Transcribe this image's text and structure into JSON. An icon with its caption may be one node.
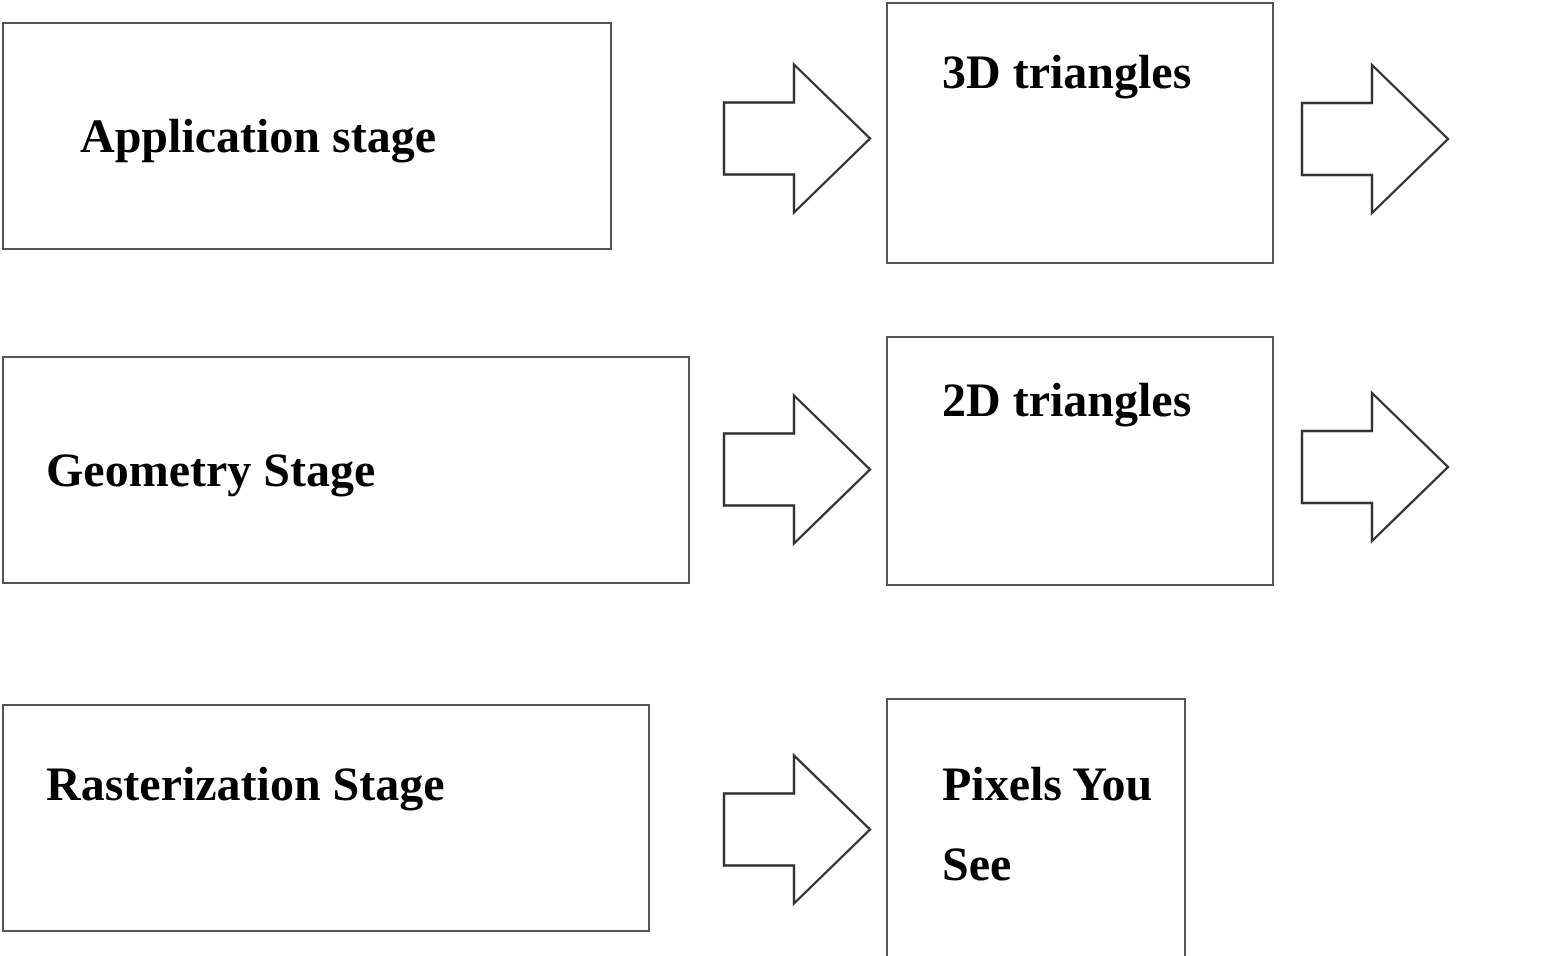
{
  "diagram": {
    "nodes": [
      {
        "text": [
          "Application stage"
        ]
      },
      {
        "text": [
          "3D triangles"
        ]
      },
      {
        "text": [
          "Geometry Stage"
        ]
      },
      {
        "text": [
          "2D triangles"
        ]
      },
      {
        "text": [
          "Rasterization Stage"
        ]
      },
      {
        "text": [
          "Pixels You See"
        ]
      }
    ],
    "edges": [
      {
        "from": 0,
        "to": 1,
        "arrow": "to"
      },
      {
        "from": 1,
        "to": null,
        "arrow": "to"
      },
      {
        "from": 2,
        "to": 3,
        "arrow": "to"
      },
      {
        "from": 3,
        "to": null,
        "arrow": "to"
      },
      {
        "from": 4,
        "to": 5,
        "arrow": "to"
      }
    ]
  }
}
